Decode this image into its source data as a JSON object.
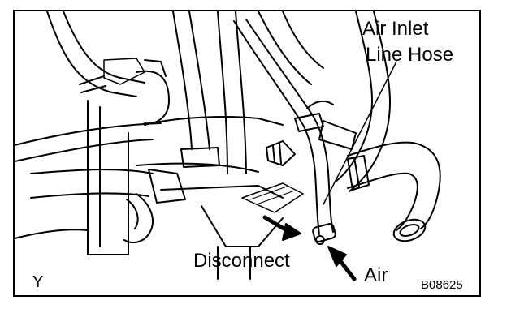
{
  "labels": {
    "air_inlet_line1": "Air Inlet",
    "air_inlet_line2": "Line Hose",
    "disconnect": "Disconnect",
    "air": "Air",
    "view_letter": "Y",
    "figure_code": "B08625"
  },
  "colors": {
    "line": "#000000",
    "background": "#ffffff"
  }
}
